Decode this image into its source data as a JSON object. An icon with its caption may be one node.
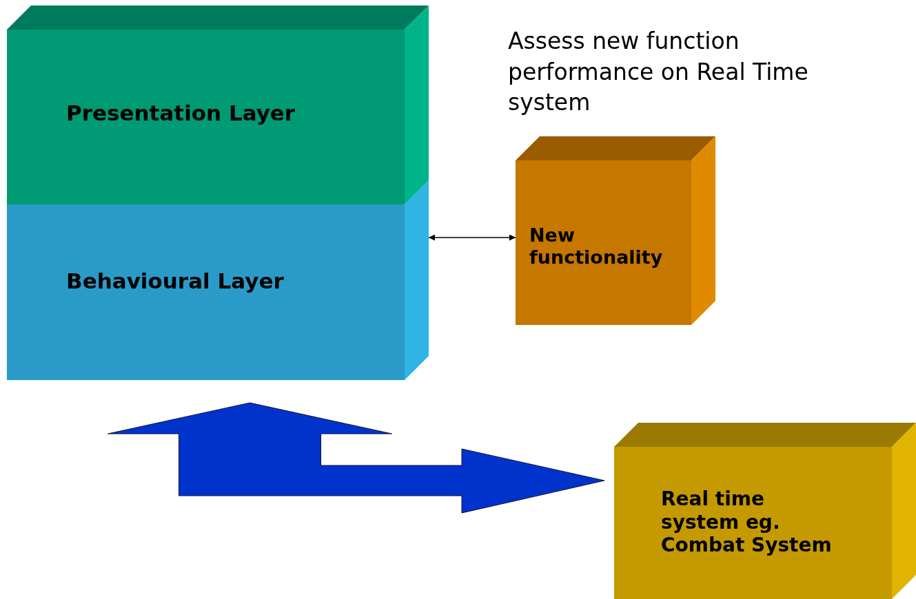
{
  "diagram": {
    "nodes": [
      {
        "text": [
          "Presentation Layer"
        ]
      },
      {
        "text": [
          "Behavioural Layer"
        ]
      },
      {
        "text": [
          "New functionality"
        ]
      },
      {
        "text": [
          "Real time system eg. Combat System"
        ]
      }
    ],
    "edges": [
      {
        "from": 1,
        "to": 2,
        "arrow": "both"
      },
      {
        "from": 1,
        "to": 3,
        "arrow": "both",
        "style": "thick",
        "color": "#0033cc"
      }
    ],
    "labels": [
      "Assess new function performance on Real Time system"
    ]
  }
}
